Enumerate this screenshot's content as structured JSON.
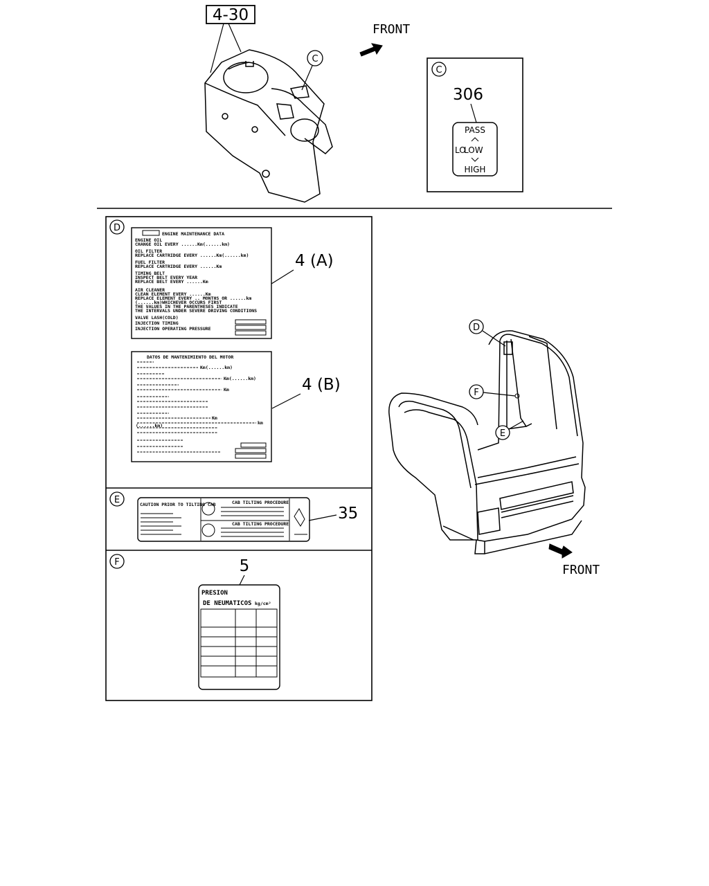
{
  "top": {
    "ref_4_30": "4-30",
    "callout_c": "C",
    "front_label": "FRONT"
  },
  "switch_box": {
    "tag": "C",
    "part_no": "306",
    "pass": "PASS",
    "lo": "LO",
    "low": "LOW",
    "high": "HIGH"
  },
  "section_d": {
    "tag": "D",
    "label_a": {
      "part": "4 (A)",
      "title": "ENGINE MAINTENANCE DATA",
      "lines": [
        "ENGINE OIL",
        "CHANGE OIL EVERY  ......Km(......km)",
        "OIL FILTER",
        "REPLACE CARTRIDGE EVERY  ......Km(......km)",
        "FUEL FILTER",
        "REPLACE CARTRIDGE EVERY  ......Km",
        "TIMING BELT",
        "INSPECT BELT EVERY YEAR",
        "REPLACE BELT EVERY  ......Km",
        "AIR CLEANER",
        "CLEAN ELEMENT EVERY  ......Km",
        "REPLACE ELEMENT EVERY .. MONTHS OR ......km",
        "(......km)WHICHEVER OCCURS FIRST",
        "THE VALUES IN THE PARENTHESES INDICATE",
        "THE INTERVALS UNDER SEVERE DRIVING CONDITIONS",
        "VALVE LASH(COLD)",
        "INJECTION TIMING",
        "INJECTION OPERATING PRESSURE"
      ]
    },
    "label_b": {
      "part": "4 (B)",
      "title": "DATOS DE MANTENIMIENTO DEL MOTOR",
      "units": [
        "Km(......km)",
        "Km(......km)",
        "Km",
        "Km",
        "km",
        "(......km)"
      ]
    }
  },
  "section_e": {
    "tag": "E",
    "part": "35",
    "left_text": "CAUTION PRIOR TO TILTING CAB",
    "proc_1": "CAB TILTING PROCEDURE",
    "proc_2": "CAB TILTING PROCEDURE"
  },
  "section_f": {
    "tag": "F",
    "part": "5",
    "line1": "PRESION",
    "line2": "DE NEUMATICOS",
    "unit": "kg/cm²"
  },
  "cab": {
    "callout_d": "D",
    "callout_f": "F",
    "callout_e": "E",
    "front_label": "FRONT"
  }
}
